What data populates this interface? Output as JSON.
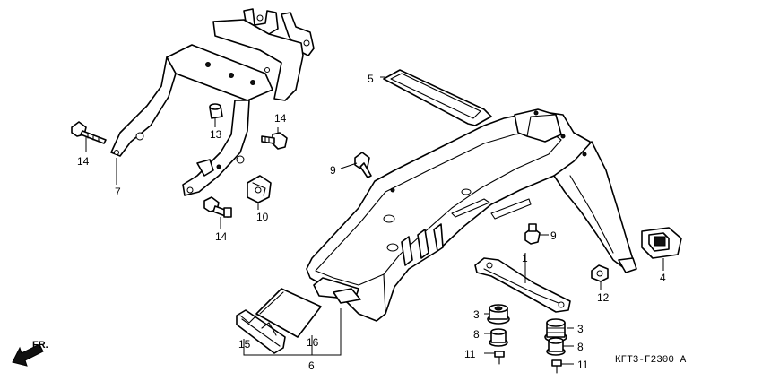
{
  "diagram": {
    "code": "KFT3-F2300 A",
    "direction_label": "FR.",
    "callouts": {
      "c1": "1",
      "c3a": "3",
      "c3b": "3",
      "c4": "4",
      "c5": "5",
      "c6": "6",
      "c7": "7",
      "c8a": "8",
      "c8b": "8",
      "c9a": "9",
      "c9b": "9",
      "c10": "10",
      "c11a": "11",
      "c11b": "11",
      "c12": "12",
      "c13": "13",
      "c14a": "14",
      "c14b": "14",
      "c14c": "14",
      "c15": "15",
      "c16": "16"
    }
  }
}
